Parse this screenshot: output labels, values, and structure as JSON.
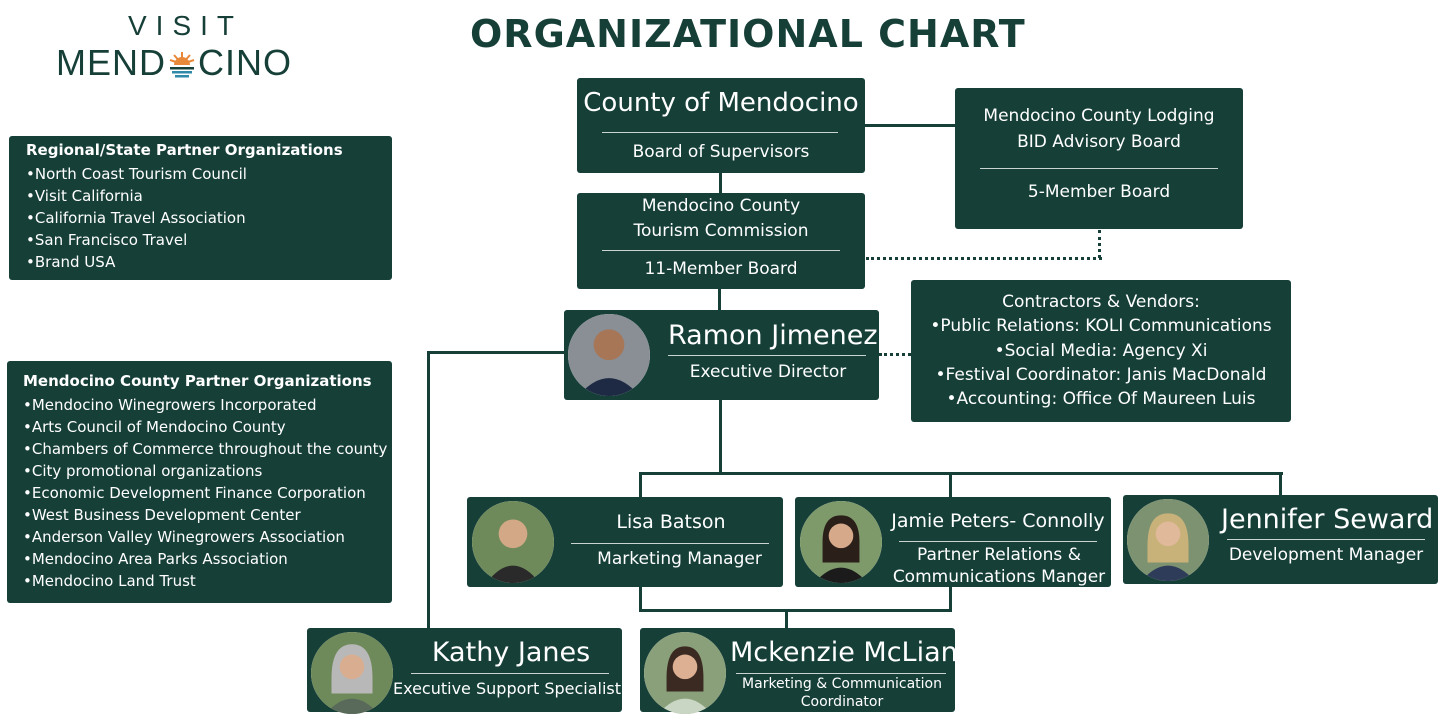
{
  "logo": {
    "visit": "VISIT",
    "word_left": "MEND",
    "word_right": "CINO"
  },
  "title": "ORGANIZATIONAL CHART",
  "regional": {
    "title": "Regional/State Partner Organizations",
    "items": [
      "North Coast Tourism Council",
      "Visit California",
      "California Travel Association",
      "San Francisco Travel",
      "Brand USA"
    ]
  },
  "county_partners": {
    "title": "Mendocino County Partner Organizations",
    "items": [
      "Mendocino Winegrowers Incorporated",
      "Arts Council of Mendocino County",
      "Chambers of Commerce throughout the county",
      "City promotional organizations",
      "Economic Development Finance Corporation",
      "West Business Development Center",
      "Anderson Valley Winegrowers Association",
      "Mendocino Area Parks Association",
      "Mendocino Land Trust"
    ]
  },
  "county": {
    "name": "County of  Mendocino",
    "sub": "Board of Supervisors"
  },
  "lodging": {
    "line1": "Mendocino County Lodging",
    "line2": "BID Advisory Board",
    "sub": "5-Member Board"
  },
  "commission": {
    "line1": "Mendocino County",
    "line2": "Tourism Commission",
    "sub": "11-Member Board"
  },
  "contractors": {
    "title": "Contractors & Vendors:",
    "items": [
      "•Public Relations: KOLI Communications",
      "•Social Media: Agency Xi",
      "•Festival Coordinator: Janis MacDonald",
      "•Accounting: Office Of Maureen Luis"
    ]
  },
  "people": {
    "ramon": {
      "name": "Ramon Jimenez",
      "role": "Executive Director"
    },
    "lisa": {
      "name": "Lisa Batson",
      "role": "Marketing Manager"
    },
    "jamie": {
      "name": "Jamie Peters- Connolly",
      "role1": "Partner Relations &",
      "role2": "Communications Manger"
    },
    "jennifer": {
      "name": "Jennifer Seward",
      "role": "Development Manager"
    },
    "kathy": {
      "name": "Kathy Janes",
      "role": "Executive Support Specialist"
    },
    "mckenzie": {
      "name": "Mckenzie McLian",
      "role1": "Marketing & Communication",
      "role2": "Coordinator"
    }
  },
  "colors": {
    "box": "#163f38",
    "text": "#ffffff",
    "accent": "#e8893a"
  }
}
